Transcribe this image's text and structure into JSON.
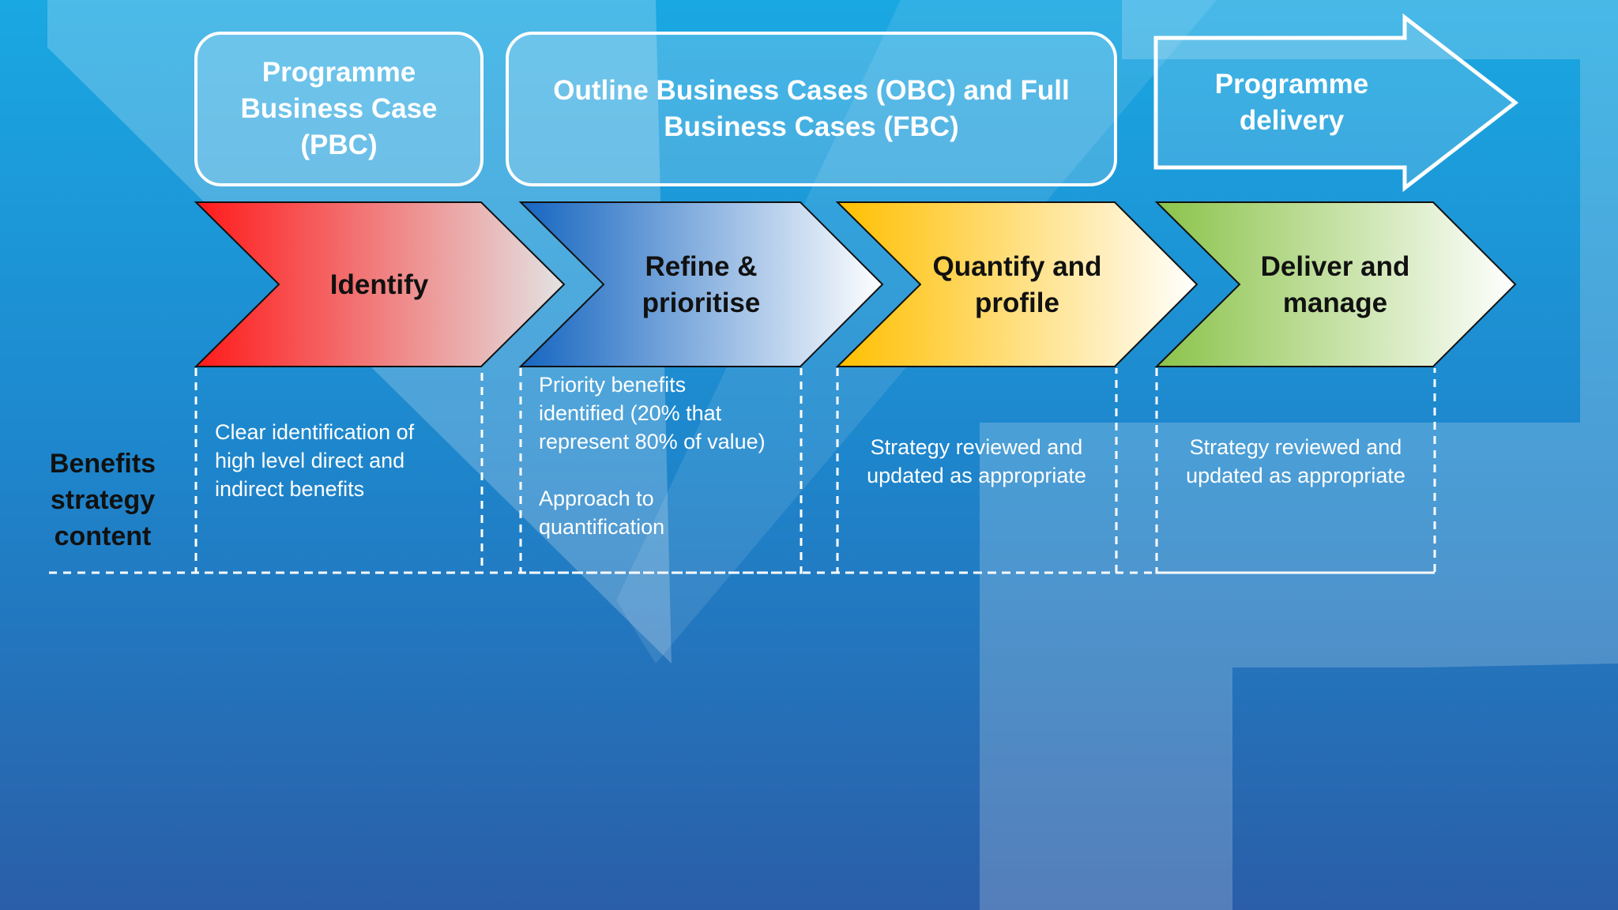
{
  "phases": {
    "pbc": "Programme\nBusiness Case\n(PBC)",
    "obc_fbc": "Outline Business Cases (OBC) and Full\nBusiness Cases (FBC)",
    "delivery": "Programme\ndelivery"
  },
  "stages": [
    {
      "label": "Identify",
      "gradient": [
        "#ff1a1a",
        "#e0e0e0"
      ]
    },
    {
      "label": "Refine &\nprioritise",
      "gradient": [
        "#1565c0",
        "#ffffff"
      ]
    },
    {
      "label": "Quantify and\nprofile",
      "gradient": [
        "#ffc107",
        "#ffffff"
      ]
    },
    {
      "label": "Deliver and\nmanage",
      "gradient": [
        "#8bc34a",
        "#ffffff"
      ]
    }
  ],
  "content": {
    "identify": "Clear identification of\nhigh level direct and\nindirect benefits",
    "refine_1": "Priority benefits\nidentified (20% that\nrepresent 80% of value)",
    "refine_2": "Approach to\nquantification",
    "quantify": "Strategy reviewed and\nupdated as appropriate",
    "deliver": "Strategy reviewed and\nupdated as appropriate"
  },
  "side_label": "Benefits\nstrategy\ncontent"
}
